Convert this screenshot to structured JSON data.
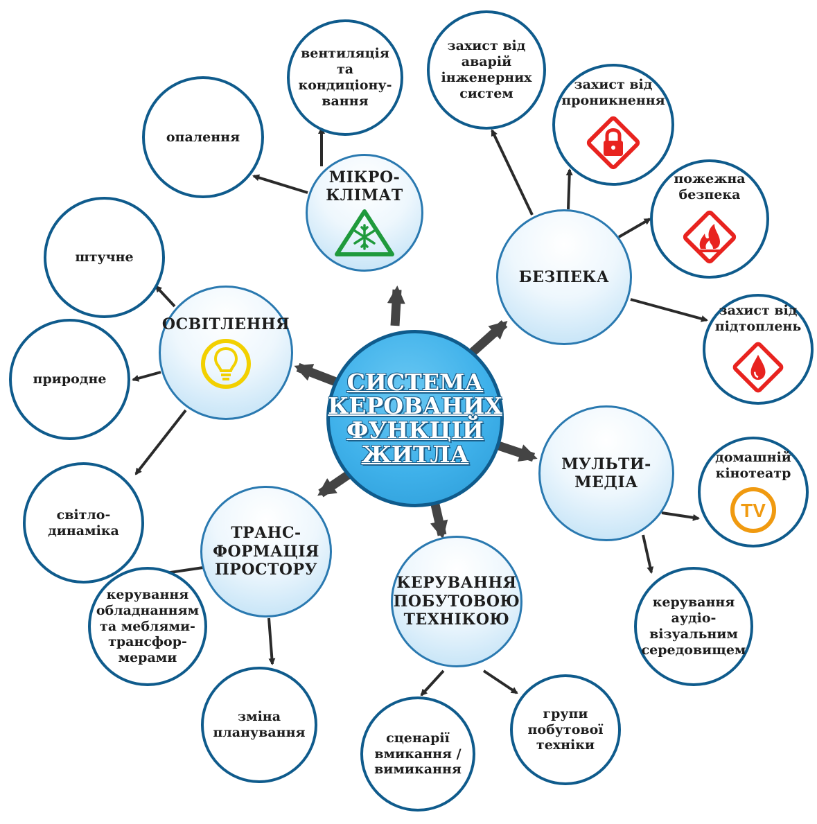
{
  "center": {
    "label": "СИСТЕМА\nКЕРОВАНИХ\nФУНКЦІЙ\nЖИТЛА"
  },
  "hubs": {
    "microclimate": "МІКРО-\nКЛІМАТ",
    "security": "БЕЗПЕКА",
    "lighting": "ОСВІТЛЕННЯ",
    "multimedia": "МУЛЬТИ-\nМЕДІА",
    "transformation": "ТРАНС-\nФОРМАЦІЯ\nПРОСТОРУ",
    "appliances": "КЕРУВАННЯ\nПОБУТОВОЮ\nТЕХНІКОЮ"
  },
  "leaves": {
    "ventilation": "вентиляція\nта\nкондиціону-\nвання",
    "heating": "опалення",
    "engineering_protection": "захист від\nаварій\nінженерних\nсистем",
    "intrusion_protection": "захист від\nпроникнення",
    "fire_safety": "пожежна\nбезпека",
    "flood_protection": "захист від\nпідтоплень",
    "artificial": "штучне",
    "natural": "природне",
    "light_dynamics": "світло-\nдинаміка",
    "home_theater": "домашній\nкінотеатр",
    "av_control": "керування\nаудіо-\nвізуальним\nсередовищем",
    "furniture_control": "керування\nобладнанням\nта меблями-\nтрансфор-\nмерами",
    "layout_change": "зміна\nпланування",
    "on_off_scenarios": "сценарії\nвмикання /\nвимикання",
    "appliance_groups": "групи\nпобутової\nтехніки"
  },
  "icons": {
    "tv_text": "TV",
    "snowflake_color": "#1f9a3c",
    "alert_color": "#e8231f",
    "bulb_color": "#f2d000",
    "tv_color": "#f09a10"
  },
  "colors": {
    "border_dark": "#0f5b8c",
    "center_fill": "#3fb1ea",
    "arrow": "#2a2a2a"
  }
}
